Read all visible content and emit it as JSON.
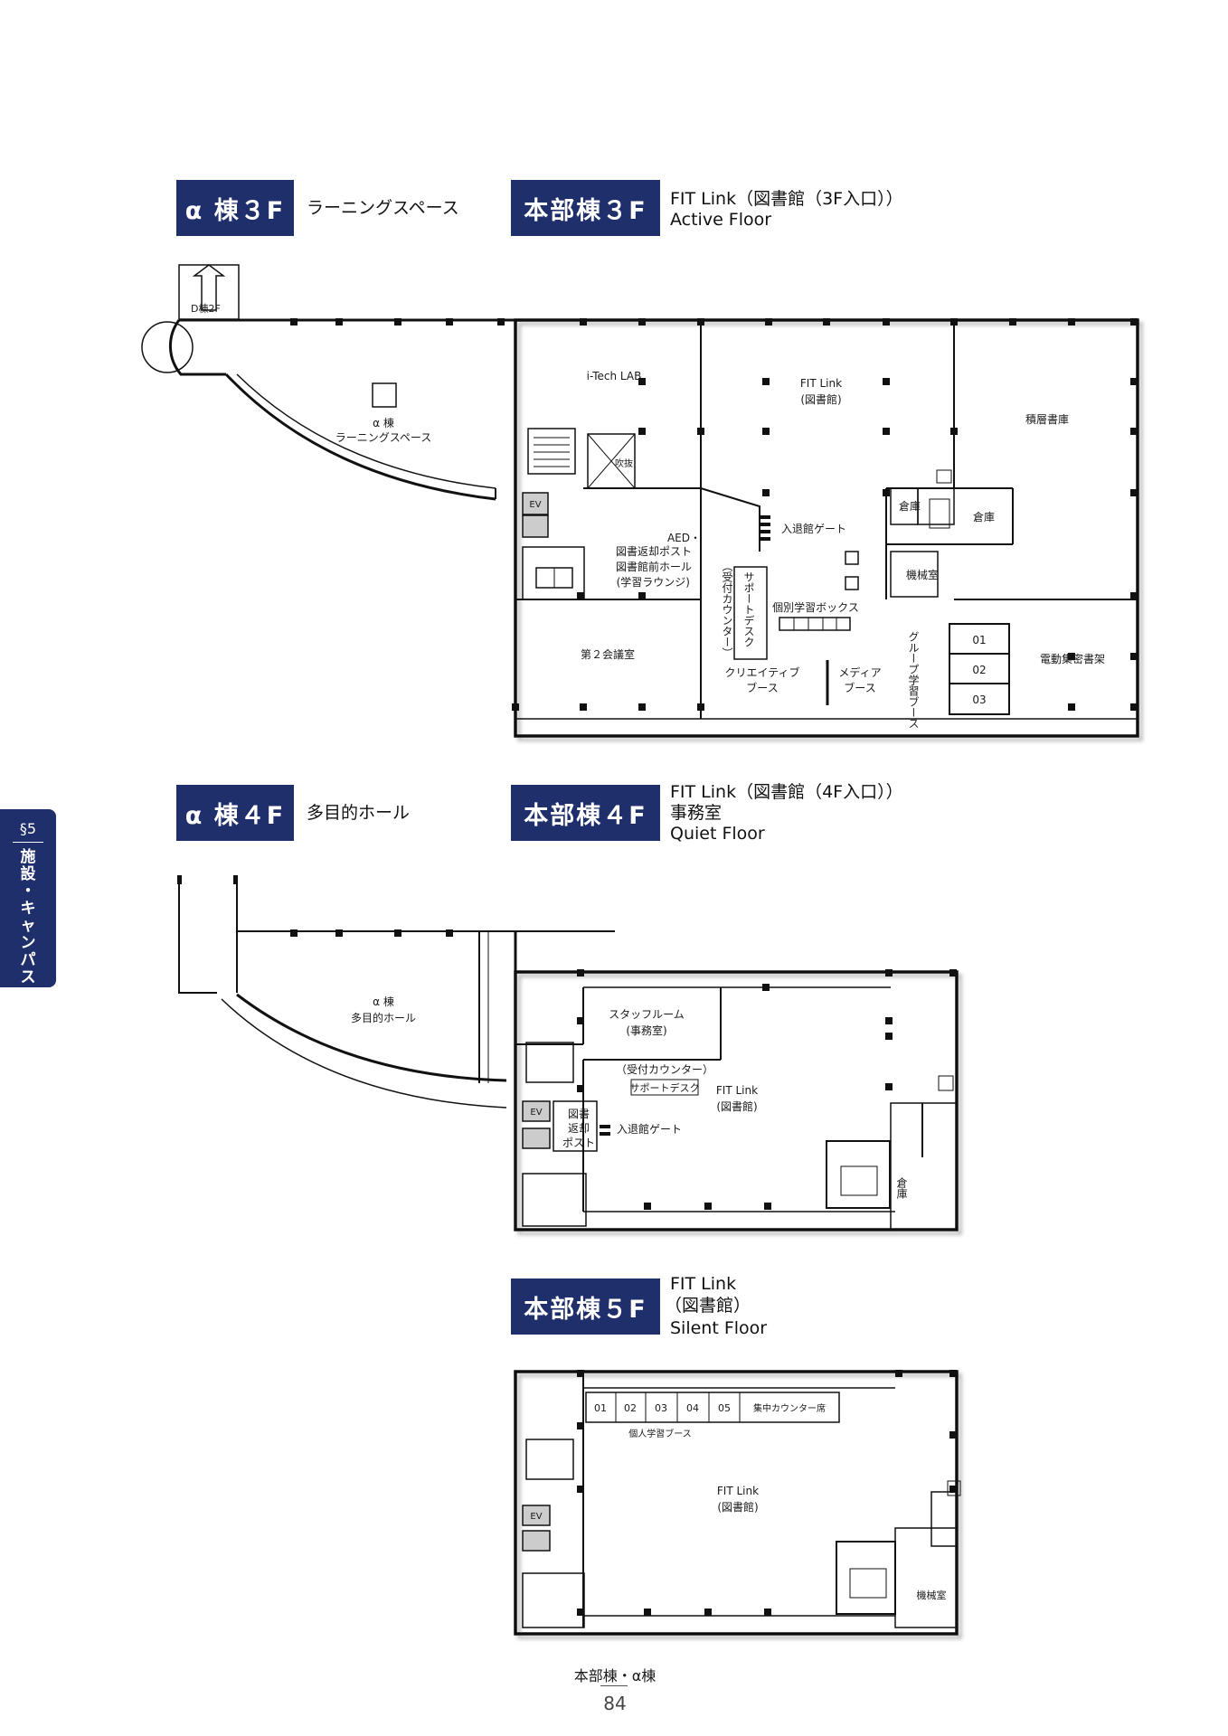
{
  "headers": {
    "alpha3": {
      "badge": "α 棟３F",
      "desc": "ラーニングスペース"
    },
    "hq3": {
      "badge": "本部棟３F",
      "line1": "FIT Link（図書館（3F入口））",
      "line2": "Active Floor"
    },
    "alpha4": {
      "badge": "α 棟４F",
      "desc": "多目的ホール"
    },
    "hq4": {
      "badge": "本部棟４F",
      "line1": "FIT Link（図書館（4F入口））",
      "line2": "事務室",
      "line3": "Quiet Floor"
    },
    "hq5": {
      "badge": "本部棟５F",
      "line1": "FIT Link",
      "line2": "（図書館）",
      "line3": "Silent Floor"
    }
  },
  "side_tab": {
    "section": "§5",
    "chars": [
      "施",
      "設",
      "・",
      "キ",
      "ャ",
      "ン",
      "パ",
      "ス"
    ]
  },
  "floor3": {
    "d_building": "D棟2F",
    "alpha_line1": "α 棟",
    "alpha_line2": "ラーニングスペース",
    "itech": "i-Tech LAB",
    "fitlink_line1": "FIT Link",
    "fitlink_line2": "(図書館)",
    "stack": "積層書庫",
    "atrium": "吹抜",
    "gate": "入退館ゲート",
    "aed": "AED・",
    "hall_line1": "図書返却ポスト",
    "hall_line2": "図書館前ホール",
    "hall_line3": "(学習ラウンジ)",
    "support_desk": "サポートデスク",
    "reception": "（受付カウンター）",
    "individual_box": "個別学習ボックス",
    "storage1": "倉庫",
    "storage2": "倉庫",
    "machine": "機械室",
    "meeting": "第２会議室",
    "creative_line1": "クリエイティブ",
    "creative_line2": "ブース",
    "media_line1": "メディア",
    "media_line2": "ブース",
    "group_booth": "グループ学習ブース",
    "booth_01": "01",
    "booth_02": "02",
    "booth_03": "03",
    "archive": "電動集密書架",
    "ev": "EV"
  },
  "floor4": {
    "alpha_line1": "α 棟",
    "alpha_line2": "多目的ホール",
    "staff_line1": "スタッフルーム",
    "staff_line2": "(事務室)",
    "reception": "（受付カウンター）",
    "support_desk": "サポートデスク",
    "fitlink_line1": "FIT Link",
    "fitlink_line2": "(図書館)",
    "return_line1": "図書",
    "return_line2": "返却",
    "return_line3": "ポスト",
    "gate": "入退館ゲート",
    "storage": "倉庫",
    "ev": "EV"
  },
  "floor5": {
    "booth_01": "01",
    "booth_02": "02",
    "booth_03": "03",
    "booth_04": "04",
    "booth_05": "05",
    "counter": "集中カウンター席",
    "individual": "個人学習ブース",
    "fitlink_line1": "FIT Link",
    "fitlink_line2": "(図書館)",
    "machine": "機械室",
    "ev": "EV"
  },
  "footer": {
    "building": "本部棟・α棟",
    "page": "84"
  }
}
